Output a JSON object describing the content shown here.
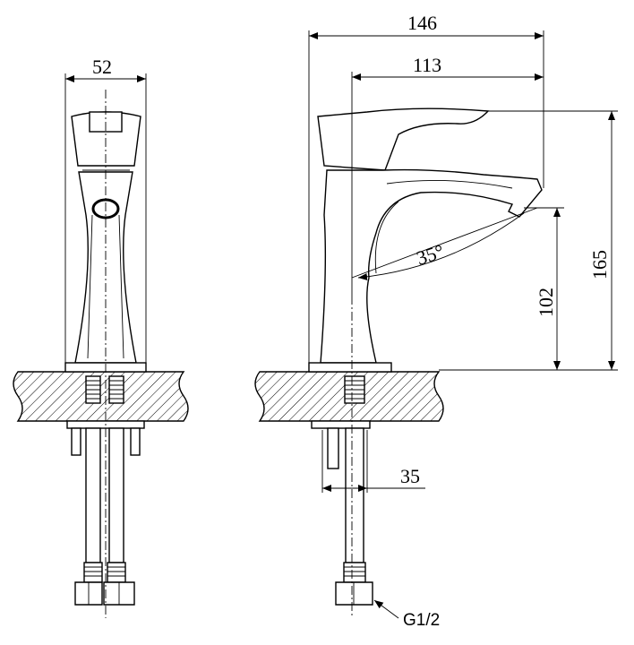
{
  "drawing": {
    "front_view": {
      "width_label": "52"
    },
    "side_view": {
      "overall_length_label": "146",
      "spout_reach_label": "113",
      "overall_height_label": "165",
      "spout_height_label": "102",
      "spout_angle_label": "35°",
      "inlet_offset_label": "35",
      "thread_label": "G1/2"
    }
  },
  "colors": {
    "line": "#000000",
    "background": "#ffffff"
  }
}
